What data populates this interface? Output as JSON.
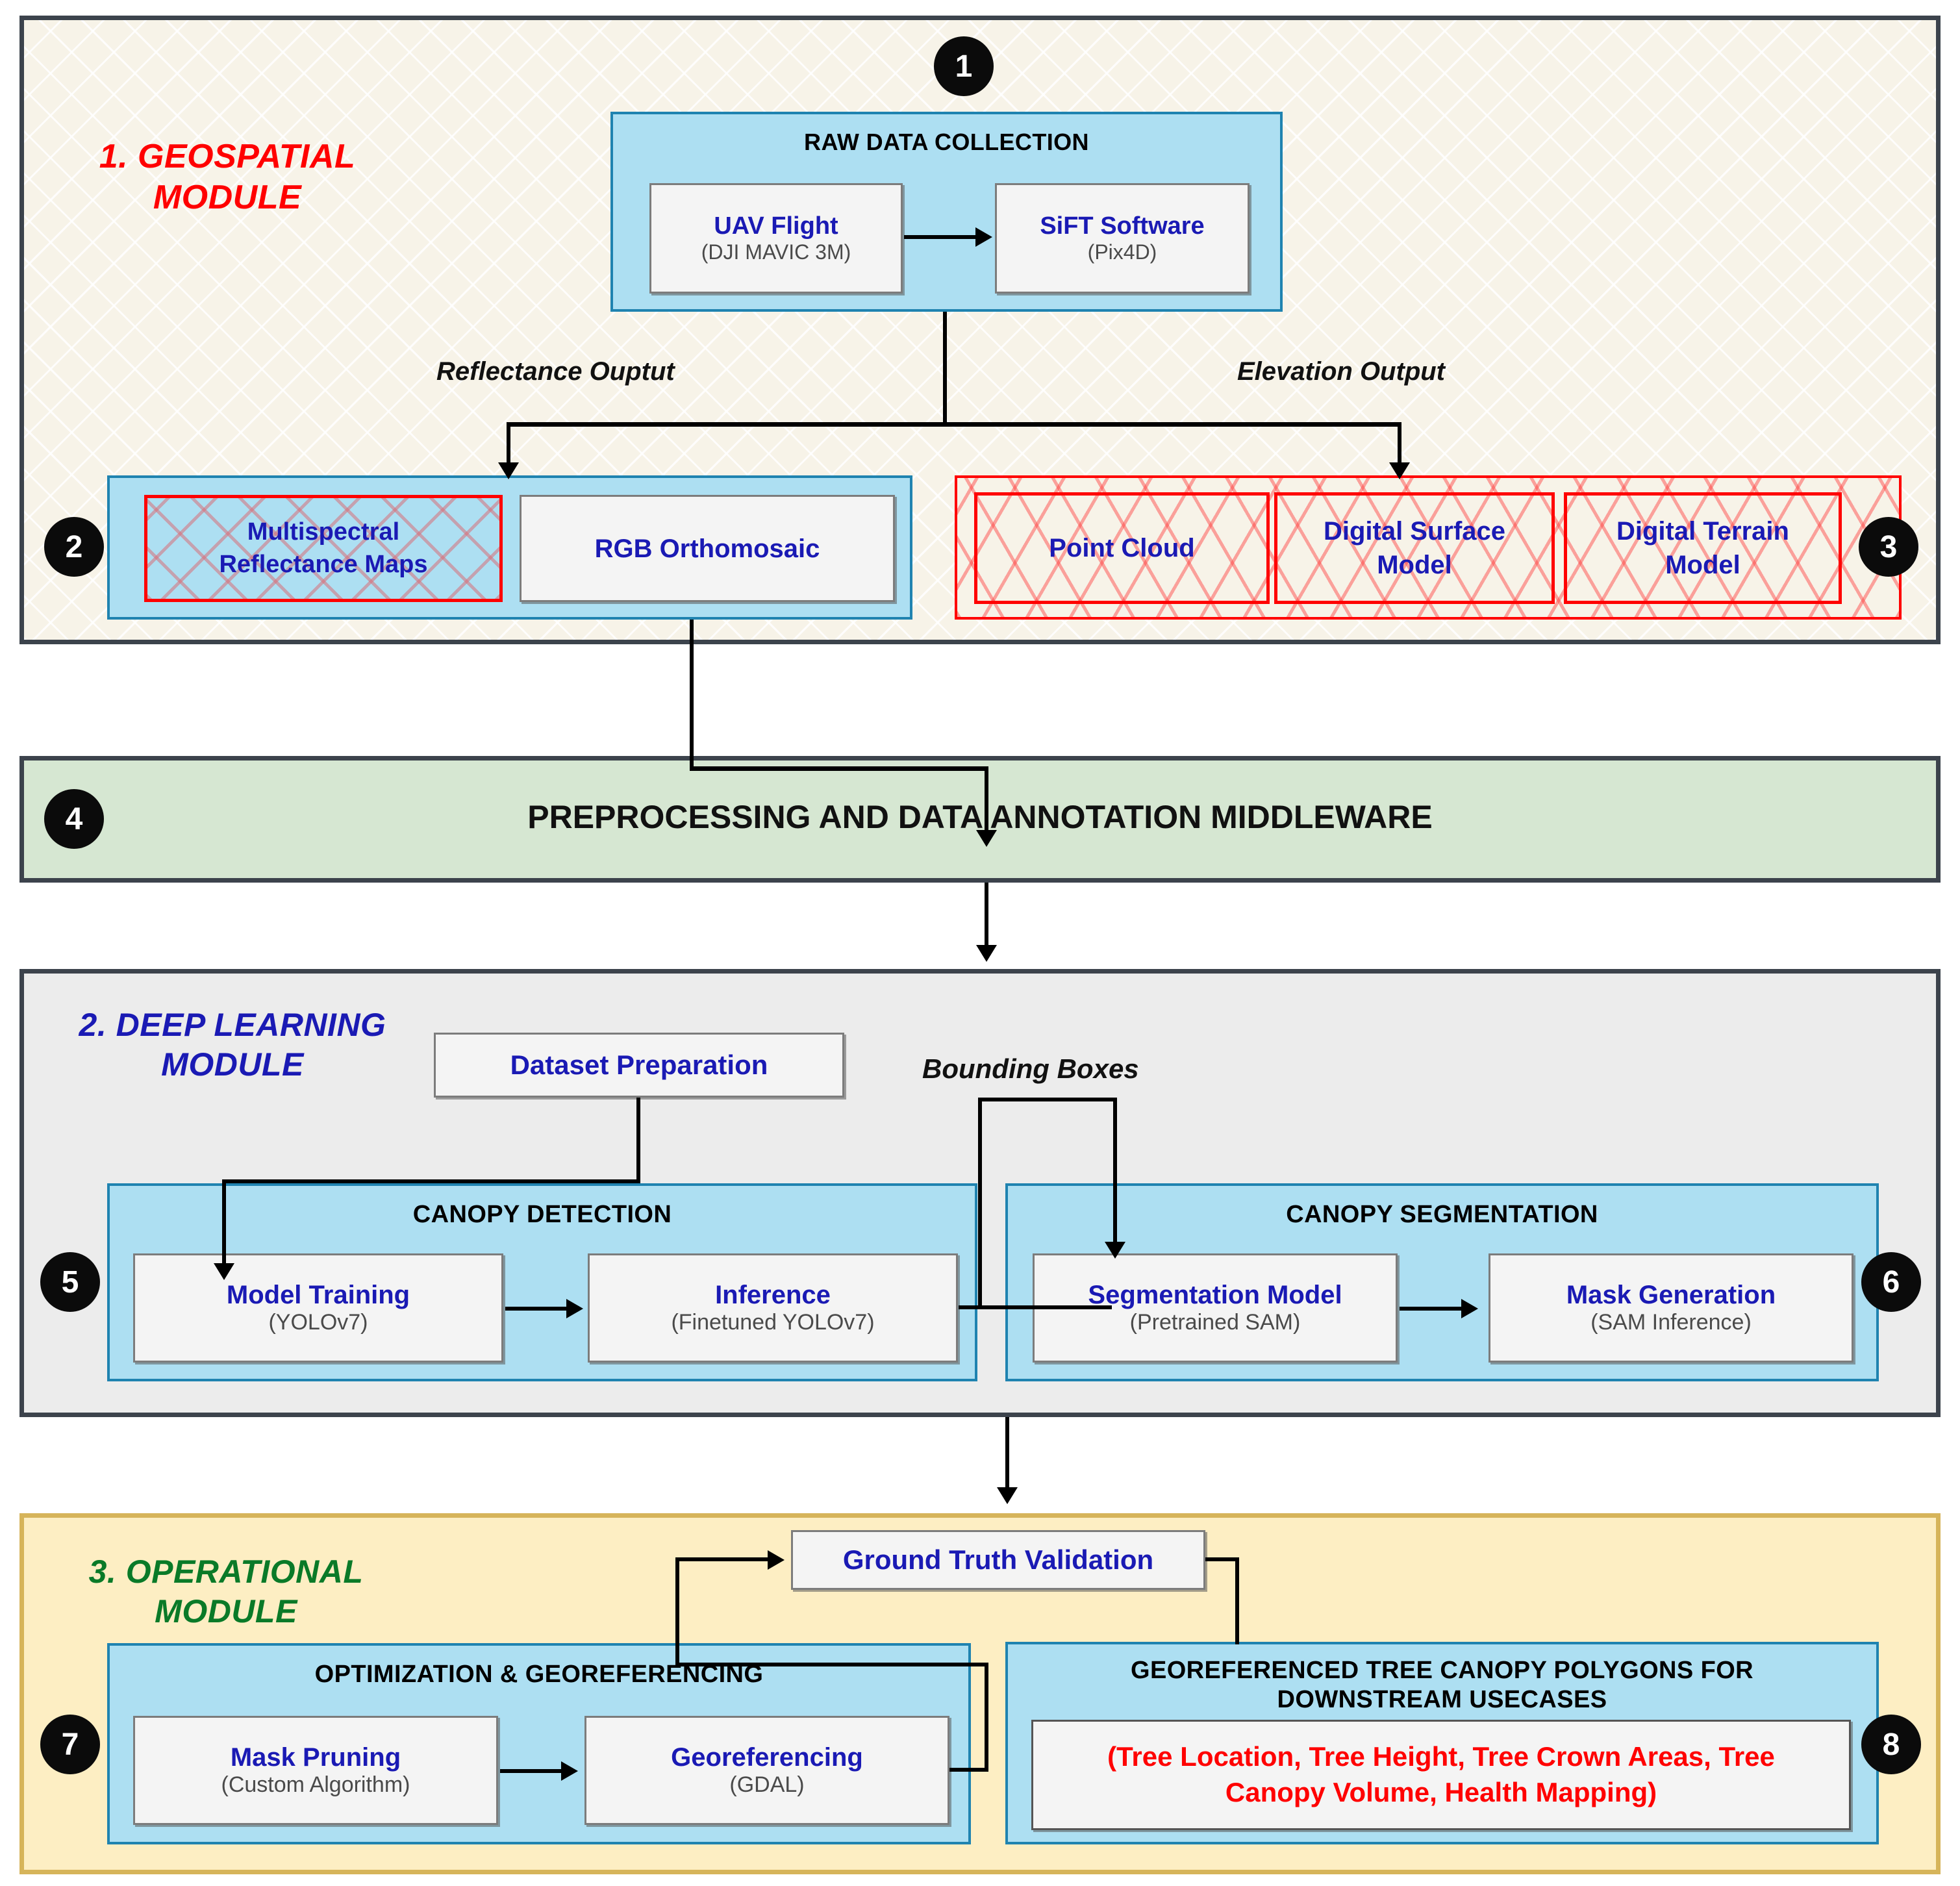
{
  "modules": [
    {
      "id": "geospatial",
      "title": "1. GEOSPATIAL\nMODULE",
      "title_line1": "1. GEOSPATIAL",
      "title_line2": "MODULE",
      "color": "#ff0000"
    },
    {
      "id": "preprocessing",
      "title": "PREPROCESSING AND DATA ANNOTATION MIDDLEWARE"
    },
    {
      "id": "deep_learning",
      "title_line1": "2. DEEP LEARNING",
      "title_line2": "MODULE",
      "color": "#1a1ab4"
    },
    {
      "id": "operational",
      "title_line1": "3. OPERATIONAL",
      "title_line2": "MODULE",
      "color": "#0a7a28"
    }
  ],
  "geospatial": {
    "module_label_line1": "1. GEOSPATIAL",
    "module_label_line2": "MODULE",
    "raw_data_collection": {
      "header": "RAW DATA COLLECTION",
      "nodes": [
        {
          "title": "UAV Flight",
          "subtitle": "(DJI MAVIC 3M)"
        },
        {
          "title": "SiFT Software",
          "subtitle": "(Pix4D)"
        }
      ]
    },
    "edge_labels": {
      "reflectance": "Reflectance Ouptut",
      "elevation": "Elevation Output"
    },
    "reflectance_group": {
      "nodes": [
        {
          "title": "Multispectral",
          "title2": "Reflectance Maps",
          "style": "hatched-red-outline"
        },
        {
          "title": "RGB Orthomosaic",
          "style": "plain"
        }
      ]
    },
    "elevation_group": {
      "nodes": [
        {
          "title": "Point Cloud",
          "title2": ""
        },
        {
          "title": "Digital Surface",
          "title2": "Model"
        },
        {
          "title": "Digital Terrain",
          "title2": "Model"
        }
      ]
    }
  },
  "preprocessing": {
    "title": "PREPROCESSING AND DATA ANNOTATION MIDDLEWARE"
  },
  "deep_learning": {
    "module_label_line1": "2. DEEP LEARNING",
    "module_label_line2": "MODULE",
    "dataset_preparation": "Dataset Preparation",
    "edge_labels": {
      "bounding_boxes": "Bounding Boxes"
    },
    "canopy_detection": {
      "header": "CANOPY DETECTION",
      "nodes": [
        {
          "title": "Model Training",
          "subtitle": "(YOLOv7)"
        },
        {
          "title": "Inference",
          "subtitle": "(Finetuned YOLOv7)"
        }
      ]
    },
    "canopy_segmentation": {
      "header": "CANOPY SEGMENTATION",
      "nodes": [
        {
          "title": "Segmentation Model",
          "subtitle": "(Pretrained SAM)"
        },
        {
          "title": "Mask Generation",
          "subtitle": "(SAM Inference)"
        }
      ]
    }
  },
  "operational": {
    "module_label_line1": "3. OPERATIONAL",
    "module_label_line2": "MODULE",
    "ground_truth_validation": "Ground Truth Validation",
    "optimization_group": {
      "header": "OPTIMIZATION & GEOREFERENCING",
      "nodes": [
        {
          "title": "Mask Pruning",
          "subtitle": "(Custom Algorithm)"
        },
        {
          "title": "Georeferencing",
          "subtitle": "(GDAL)"
        }
      ]
    },
    "output_group": {
      "header_line1": "GEOREFERENCED TREE CANOPY POLYGONS FOR",
      "header_line2": "DOWNSTREAM USECASES",
      "output_line1": "(Tree Location, Tree Height, Tree Crown Areas, Tree",
      "output_line2": "Canopy Volume, Health Mapping)"
    }
  },
  "badges": [
    "1",
    "2",
    "3",
    "4",
    "5",
    "6",
    "7",
    "8"
  ],
  "colors": {
    "geospatial_bg": "#f7f3e8",
    "preprocessing_bg": "#d6e7d2",
    "deep_learning_bg": "#ececec",
    "operational_bg": "#fdeec3",
    "group_blue": "#addff2",
    "group_border": "#1f83b0",
    "node_bg": "#f4f4f4",
    "accent_navy": "#1a1ab4",
    "accent_red": "#ff0000",
    "accent_green": "#0a7a28",
    "module_border": "#3c434c",
    "operational_border": "#d6b45a"
  }
}
